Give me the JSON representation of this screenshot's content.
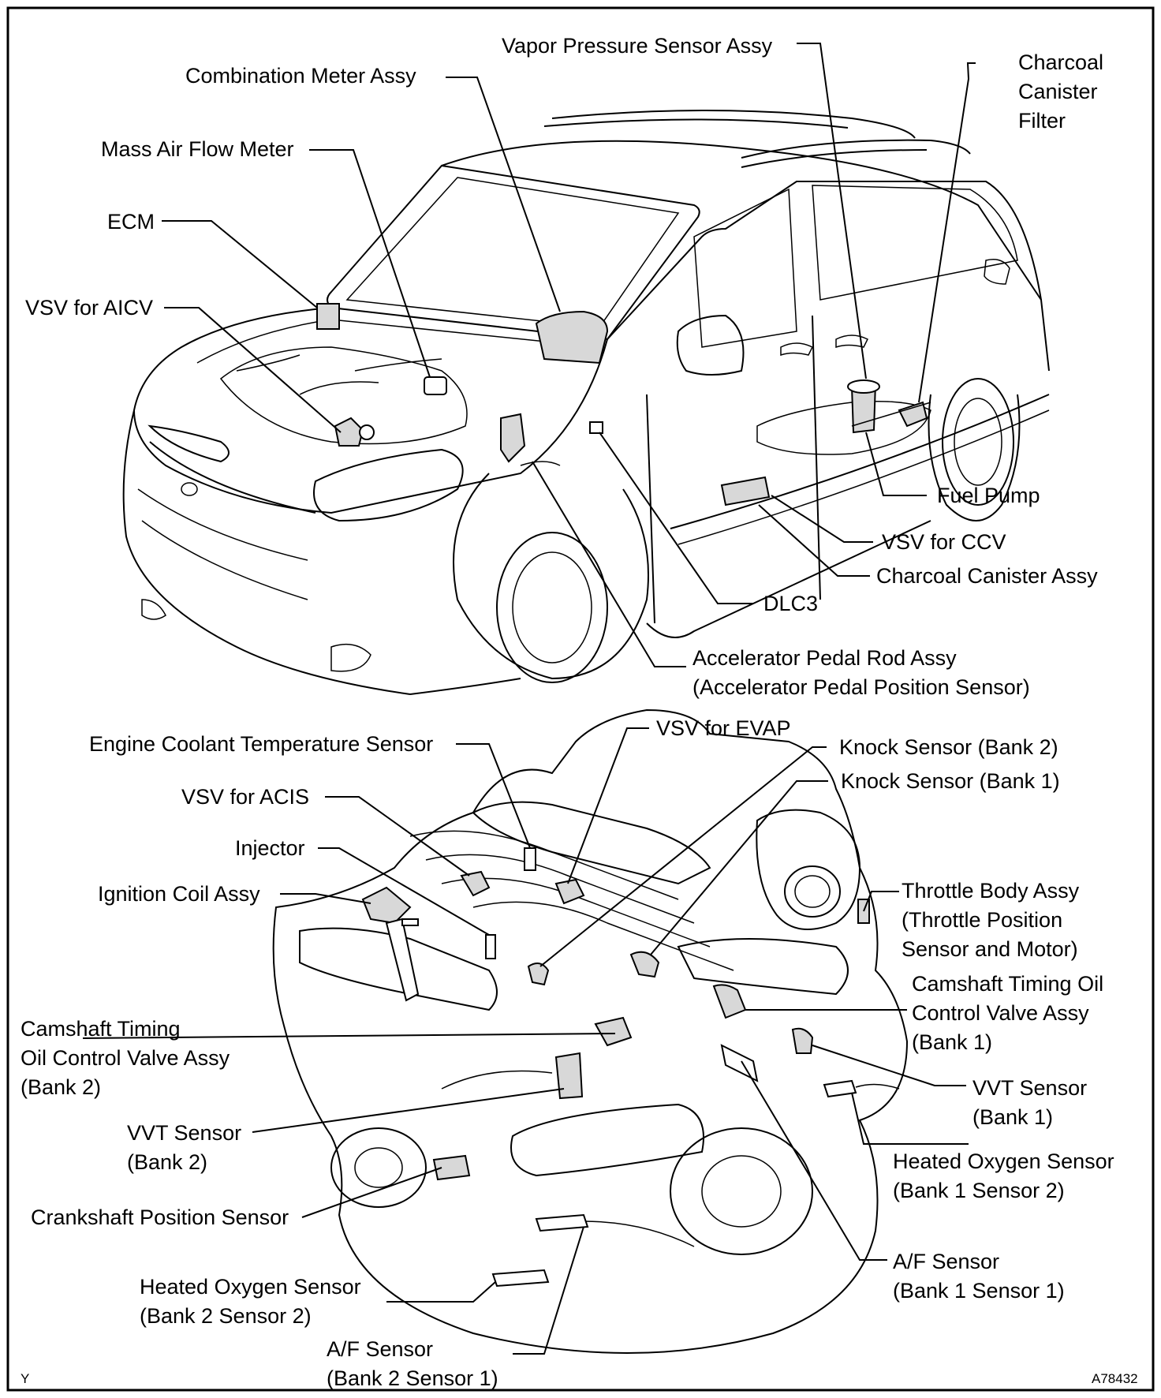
{
  "car_labels": {
    "vapor_pressure_sensor": "Vapor Pressure Sensor Assy",
    "combination_meter": "Combination Meter Assy",
    "charcoal_canister_filter": [
      "Charcoal",
      "Canister",
      "Filter"
    ],
    "mass_air_flow_meter": "Mass Air Flow Meter",
    "ecm": "ECM",
    "vsv_aicv": "VSV for AICV",
    "fuel_pump": "Fuel Pump",
    "vsv_ccv": "VSV for CCV",
    "charcoal_canister_assy": "Charcoal Canister Assy",
    "dlc3": "DLC3",
    "accelerator_pedal": [
      "Accelerator Pedal Rod Assy",
      "(Accelerator Pedal Position Sensor)"
    ]
  },
  "engine_labels": {
    "engine_coolant_temp": "Engine Coolant Temperature Sensor",
    "vsv_evap": "VSV for EVAP",
    "knock_bank2": "Knock Sensor (Bank 2)",
    "knock_bank1": "Knock Sensor (Bank 1)",
    "vsv_acis": "VSV for ACIS",
    "injector": "Injector",
    "ignition_coil": "Ignition Coil Assy",
    "throttle_body": [
      "Throttle Body Assy",
      "(Throttle Position",
      "Sensor and Motor)"
    ],
    "camshaft_ocv_bank1": [
      "Camshaft Timing Oil",
      "Control Valve Assy",
      "(Bank 1)"
    ],
    "camshaft_ocv_bank2": [
      "Camshaft Timing",
      "Oil Control Valve Assy",
      "(Bank 2)"
    ],
    "vvt_bank1": [
      "VVT Sensor",
      "(Bank 1)"
    ],
    "vvt_bank2": [
      "VVT Sensor",
      "(Bank 2)"
    ],
    "ho2_b1s2": [
      "Heated Oxygen Sensor",
      "(Bank 1 Sensor 2)"
    ],
    "crankshaft_position": "Crankshaft Position Sensor",
    "af_b1s1": [
      "A/F Sensor",
      "(Bank 1 Sensor 1)"
    ],
    "ho2_b2s2": [
      "Heated Oxygen Sensor",
      "(Bank 2 Sensor 2)"
    ],
    "af_b2s1": [
      "A/F Sensor",
      "(Bank 2 Sensor 1)"
    ]
  },
  "corner_left": "Y",
  "corner_right": "A78432"
}
